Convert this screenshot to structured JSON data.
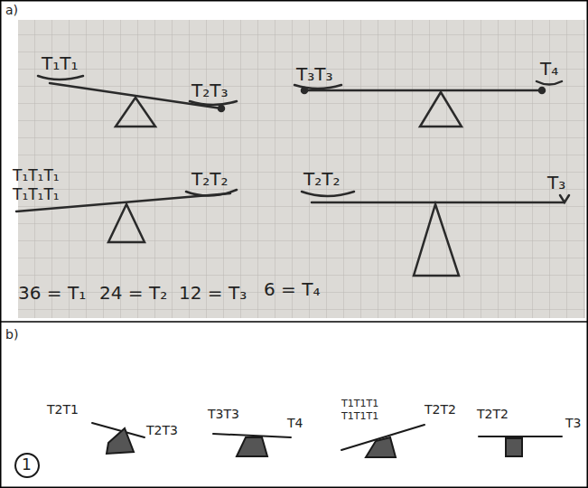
{
  "diagram": {
    "labels": [
      "a)",
      "T₁T₁",
      "T₂T₃",
      "T₃T₃",
      "T₄",
      "T₁T₁T₁",
      "T₁T₁T₁",
      "T₂T₂",
      "T₂T₂",
      "T₃",
      "36 = T₁",
      "24 = T₂",
      "12 = T₃",
      "6 = T₄",
      "b)",
      "1",
      "T2T1",
      "T2T3",
      "T3T3",
      "T4",
      "T1T1T1",
      "T1T1T1",
      "T2T2",
      "T2T2",
      "T3"
    ]
  }
}
